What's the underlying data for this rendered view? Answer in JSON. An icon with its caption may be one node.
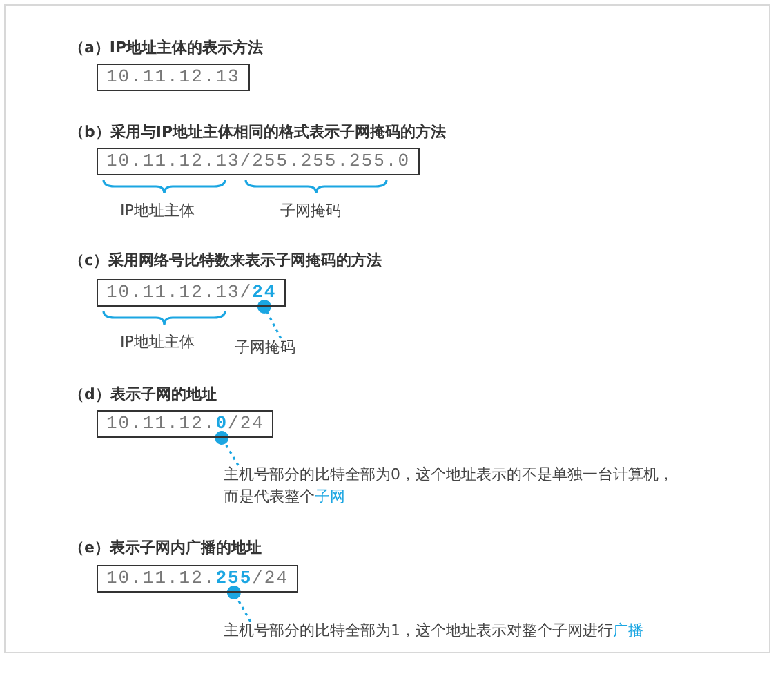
{
  "diagram": {
    "nodes": [
      {
        "text": [
          "10.11.12.13"
        ]
      },
      {
        "text": [
          "10.11.12.13/255.255.255.0"
        ]
      },
      {
        "text": [
          "10.11.12.13/**24**"
        ]
      },
      {
        "text": [
          "子网掩码"
        ]
      },
      {
        "text": [
          "10.11.12.**0**/24"
        ]
      },
      {
        "text": [
          "主机号部分的比特全部为0，这个地址表示的不是单独一台计算机，而是代表整个**子网**"
        ]
      },
      {
        "text": [
          "10.11.12.**255**/24"
        ]
      },
      {
        "text": [
          "主机号部分的比特全部为1，这个地址表示对整个子网进行**广播**"
        ]
      }
    ],
    "edges": [
      {
        "from": 3,
        "to": 2,
        "arrow": "other",
        "style": "dashed"
      },
      {
        "from": 5,
        "to": 4,
        "arrow": "other",
        "style": "dashed"
      },
      {
        "from": 7,
        "to": 6,
        "arrow": "other",
        "style": "dashed"
      }
    ],
    "labels": [
      "（a）IP地址主体的表示方法",
      "（b）采用与IP地址主体相同的格式表示子网掩码的方法",
      "IP地址主体",
      "子网掩码",
      "（c）采用网络号比特数来表示子网掩码的方法",
      "IP地址主体",
      "（d）表示子网的地址",
      "（e）表示子网内广播的地址"
    ]
  }
}
